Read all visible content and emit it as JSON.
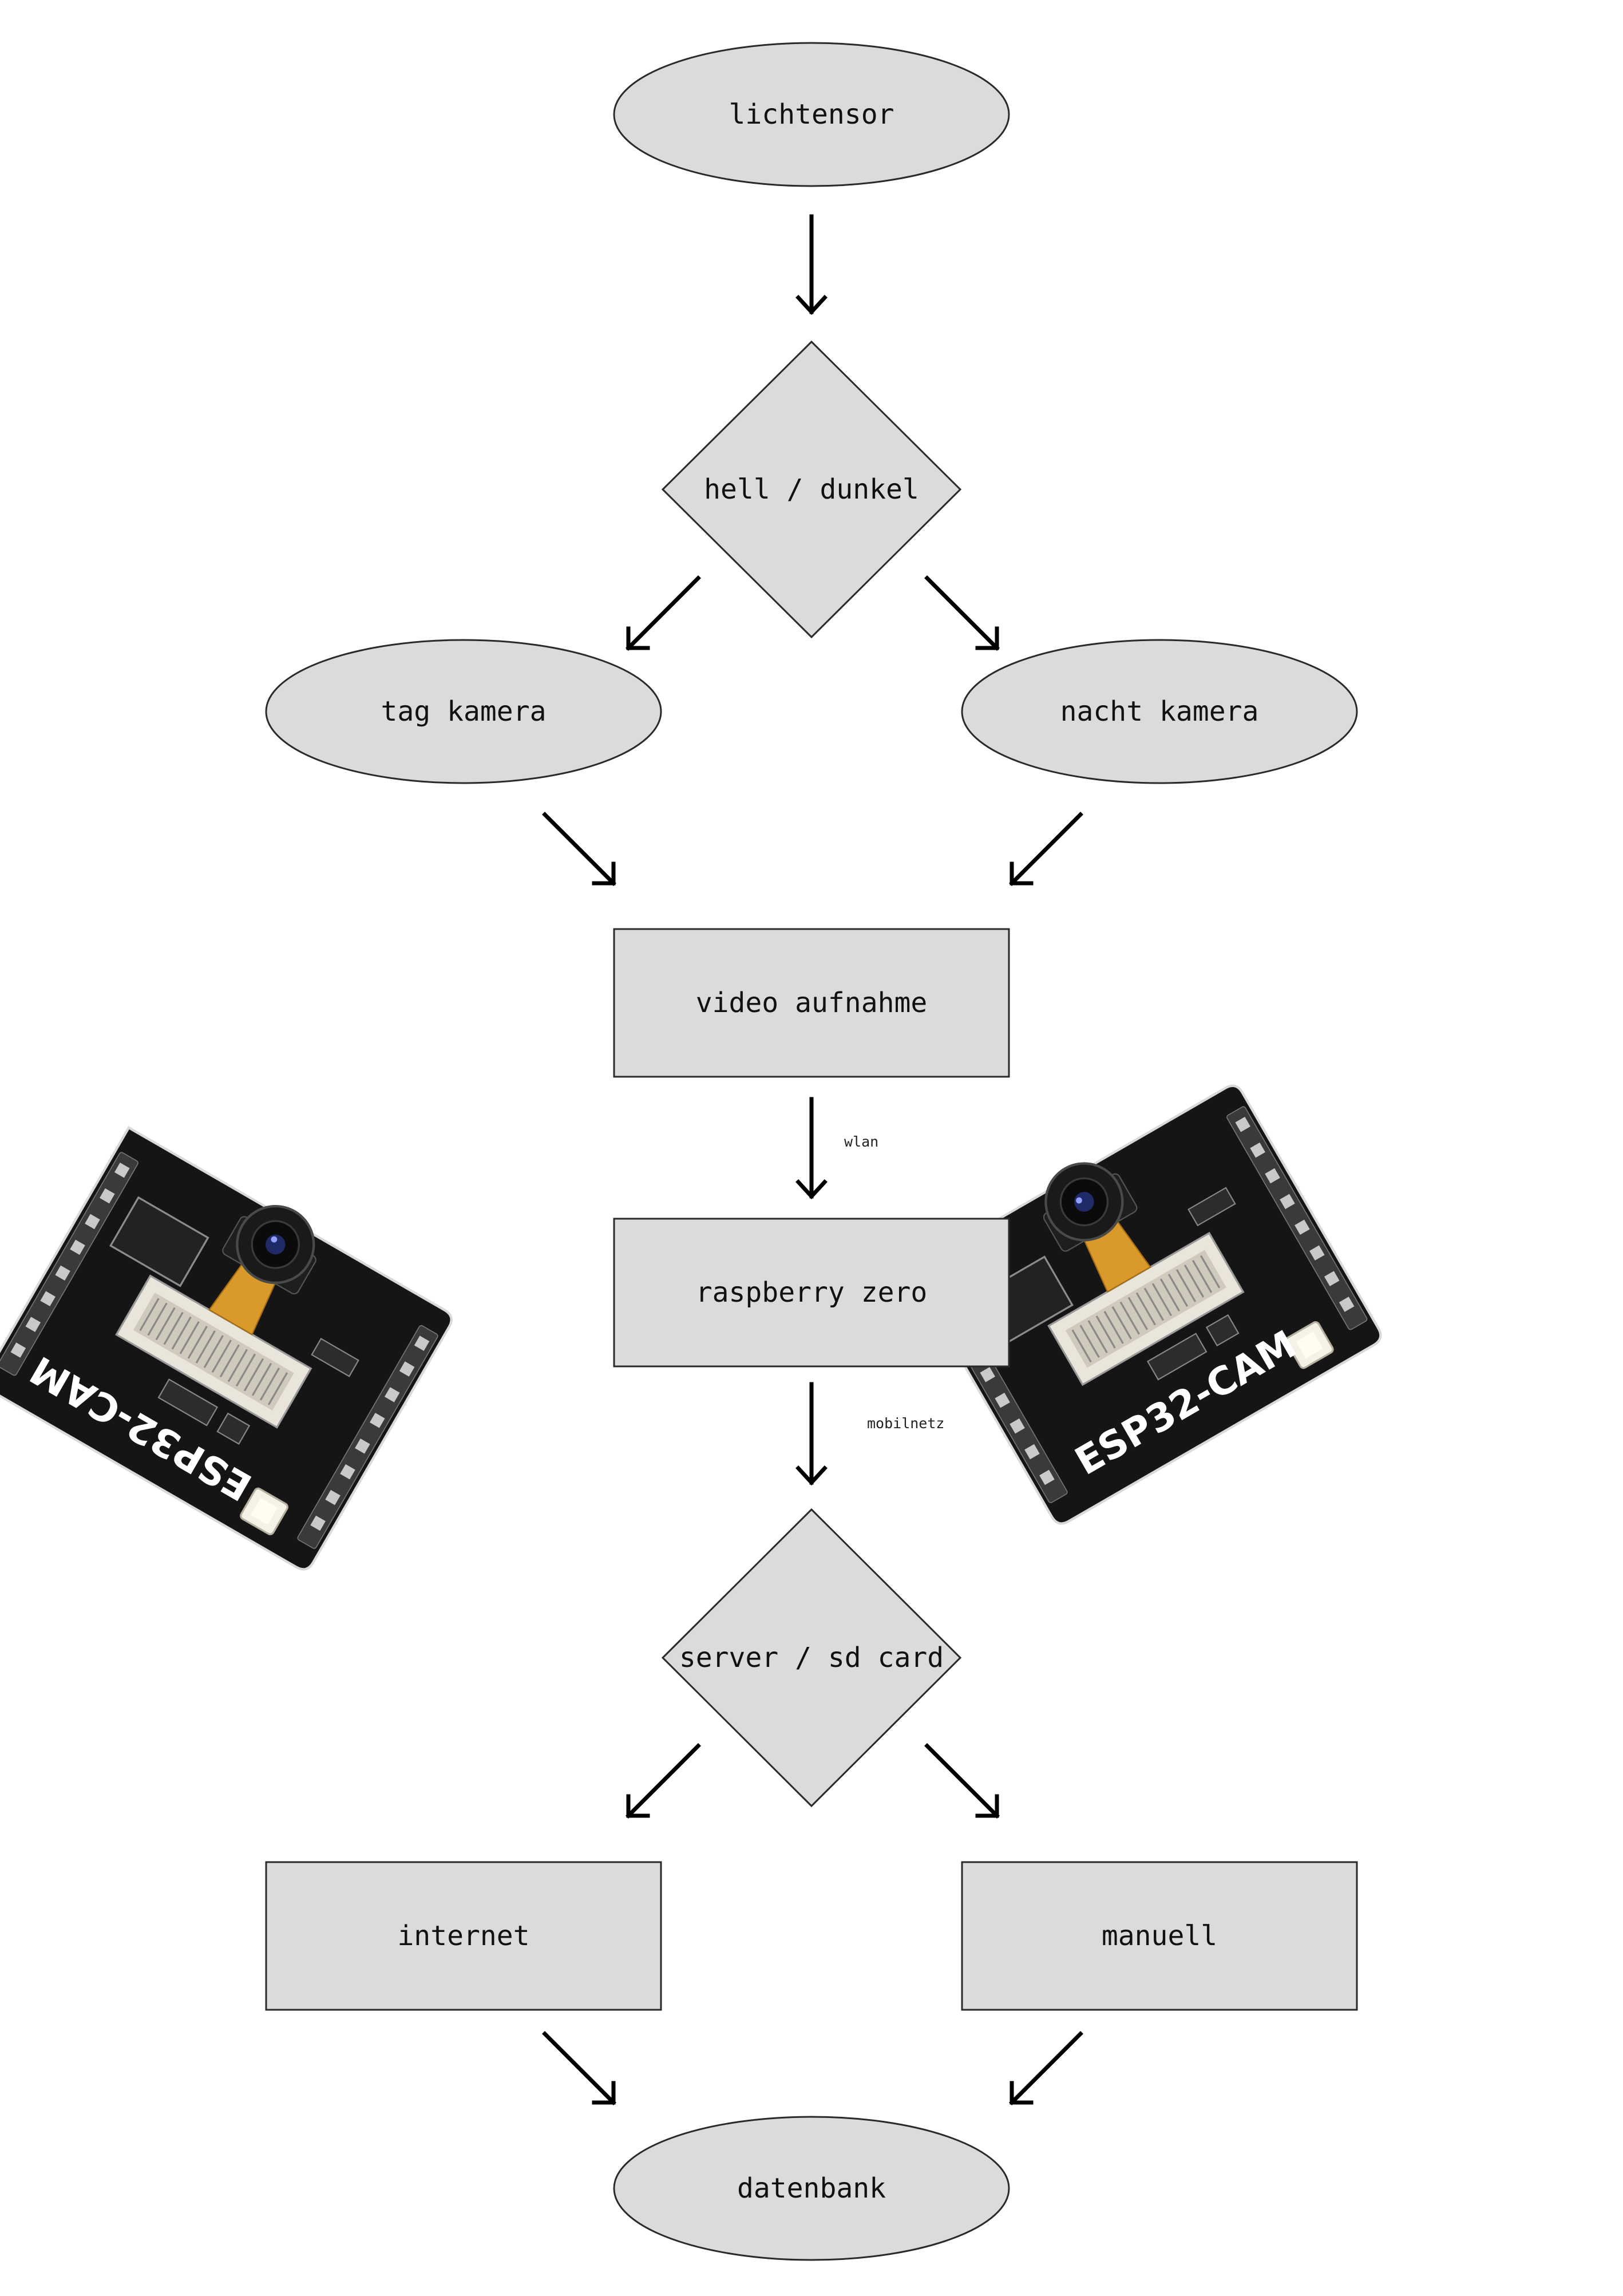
{
  "nodes": {
    "light_sensor": "lichtensor",
    "bright_dark": "hell / dunkel",
    "day_camera": "tag kamera",
    "night_camera": "nacht kamera",
    "video_recording": "video aufnahme",
    "raspberry": "raspberry zero",
    "server_sd": "server / sd card",
    "internet": "internet",
    "manual": "manuell",
    "database": "datenbank"
  },
  "edges": {
    "video_to_raspberry": "wlan",
    "raspberry_to_server": "mobilnetz"
  },
  "boards": {
    "left_label": "ESP32-CAM",
    "right_label": "ESP32-CAM"
  },
  "colors": {
    "node_fill": "#dadbdd",
    "node_stroke": "#2a2a2a",
    "arrow": "#000000",
    "board": "#151515",
    "ribbon": "#d99a2b"
  }
}
